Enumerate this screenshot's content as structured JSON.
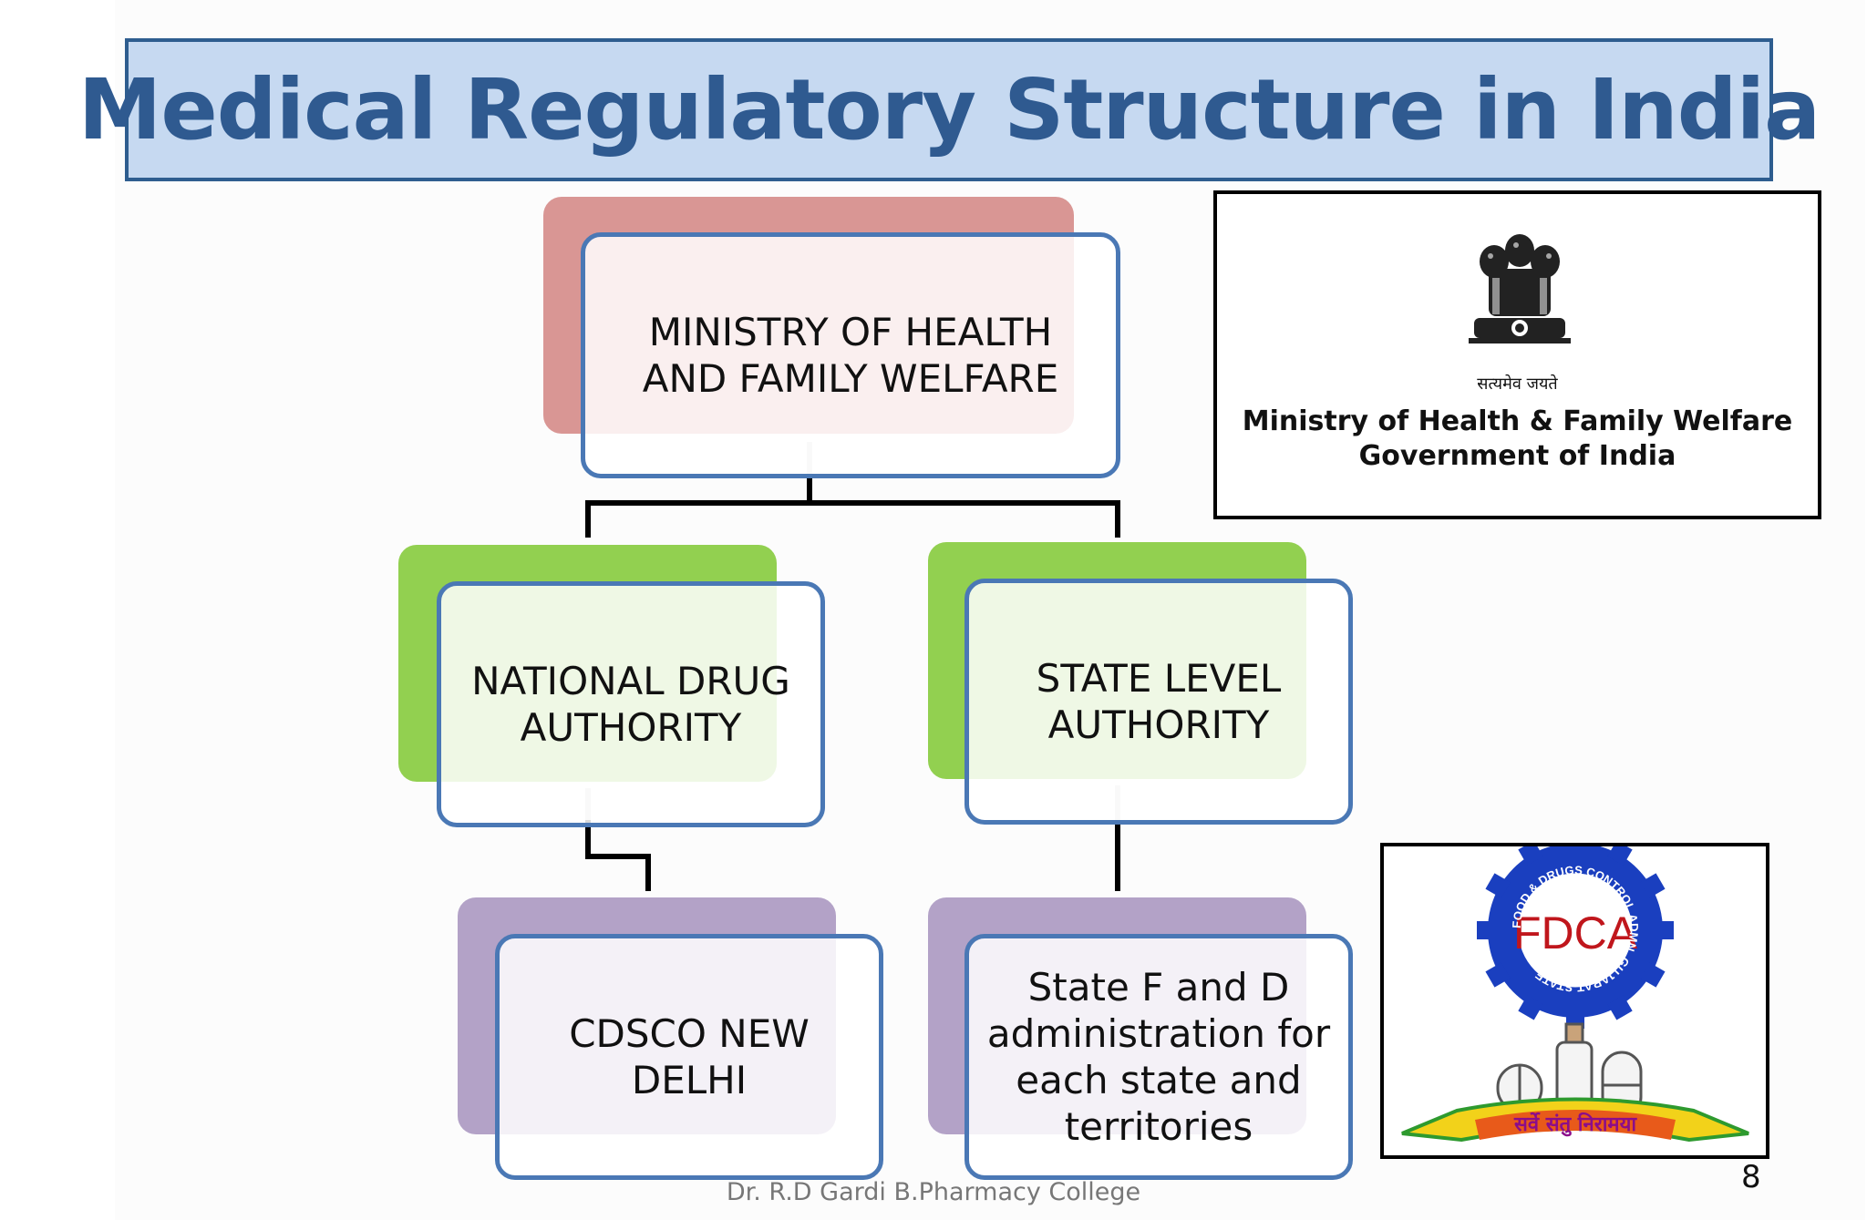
{
  "title": "Medical Regulatory Structure in India",
  "org_chart": {
    "root": "MINISTRY OF HEALTH\nAND FAMILY WELFARE",
    "national": "NATIONAL DRUG\nAUTHORITY",
    "state": "STATE LEVEL\nAUTHORITY",
    "cdsco": "CDSCO NEW DELHI",
    "state_fda": "State F and D\nadministration for\neach state and\nterritories"
  },
  "ministry_logo": {
    "motto": "सत्यमेव जयते",
    "name": "Ministry of Health & Family Welfare",
    "government": "Government of India"
  },
  "fdca_logo": {
    "acronym": "FDCA",
    "ring_text": "FOOD & DRUGS CONTROL ADMN. GUJARAT STATE",
    "banner": "सर्वे संतु निरामया"
  },
  "footer": "Dr. R.D Gardi B.Pharmacy College",
  "page_number": "8",
  "colors": {
    "title_fill": "#c6d9f1",
    "title_text": "#2f5a90",
    "node_border": "#4a78b5",
    "level1_shadow": "#d99694",
    "level2_shadow": "#92d050",
    "level3_shadow": "#b3a2c7"
  }
}
